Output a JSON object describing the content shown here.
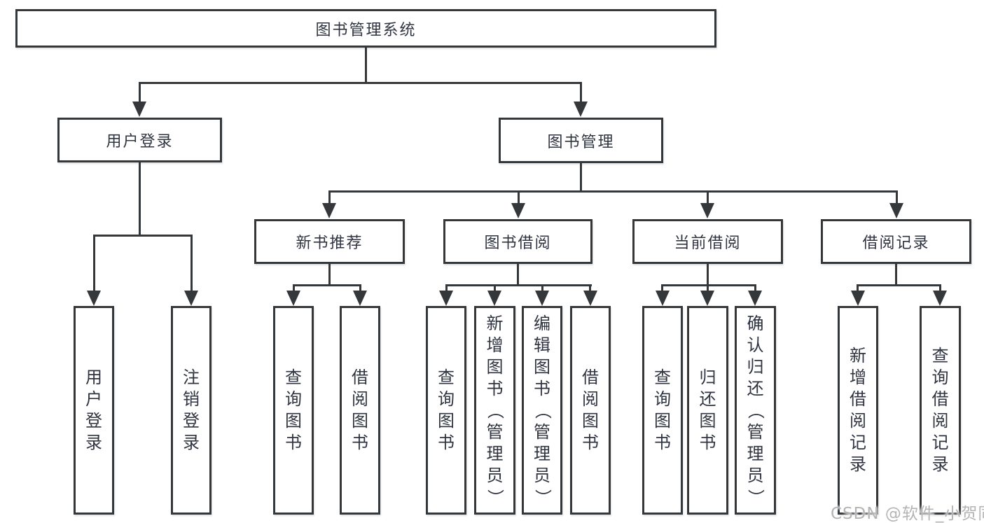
{
  "tree": {
    "label": "图书管理系统",
    "children": [
      {
        "label": "用户登录",
        "children": [
          {
            "label": "用户登录"
          },
          {
            "label": "注销登录"
          }
        ]
      },
      {
        "label": "图书管理",
        "children": [
          {
            "label": "新书推荐",
            "children": [
              {
                "label": "查询图书"
              },
              {
                "label": "借阅图书"
              }
            ]
          },
          {
            "label": "图书借阅",
            "children": [
              {
                "label": "查询图书"
              },
              {
                "label": "新增图书（管理员）"
              },
              {
                "label": "编辑图书（管理员）"
              },
              {
                "label": "借阅图书"
              }
            ]
          },
          {
            "label": "当前借阅",
            "children": [
              {
                "label": "查询图书"
              },
              {
                "label": "归还图书"
              },
              {
                "label": "确认归还（管理员）"
              }
            ]
          },
          {
            "label": "借阅记录",
            "children": [
              {
                "label": "新增借阅记录"
              },
              {
                "label": "查询借阅记录"
              }
            ]
          }
        ]
      }
    ]
  },
  "watermark": {
    "text": "CSDN @软件_小贺同学"
  },
  "colors": {
    "line": "#35383b",
    "text": "#2f3440",
    "background": "#ffffff",
    "watermark": "#b4b4b4"
  }
}
